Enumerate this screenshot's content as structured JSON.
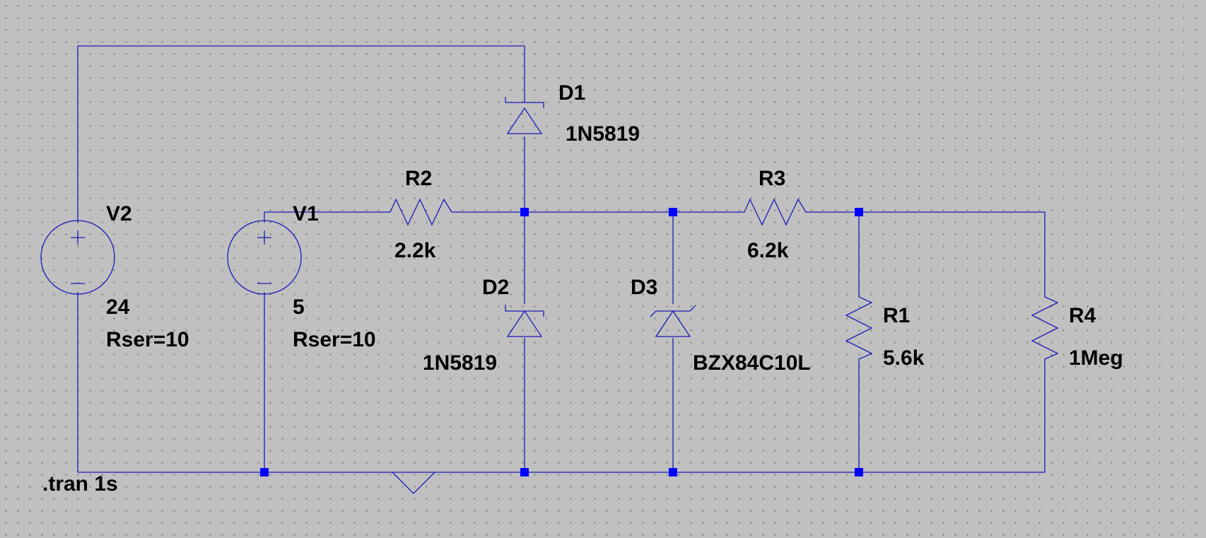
{
  "components": {
    "v2": {
      "name": "V2",
      "value": "24",
      "param": "Rser=10"
    },
    "v1": {
      "name": "V1",
      "value": "5",
      "param": "Rser=10"
    },
    "d1": {
      "name": "D1",
      "model": "1N5819"
    },
    "d2": {
      "name": "D2",
      "model": "1N5819"
    },
    "d3": {
      "name": "D3",
      "model": "BZX84C10L"
    },
    "r2": {
      "name": "R2",
      "value": "2.2k"
    },
    "r3": {
      "name": "R3",
      "value": "6.2k"
    },
    "r1": {
      "name": "R1",
      "value": "5.6k"
    },
    "r4": {
      "name": "R4",
      "value": "1Meg"
    }
  },
  "directive": ".tran 1s",
  "colors": {
    "background": "#c0c0c0",
    "wire": "#1a1ab8",
    "junction": "#0000ff",
    "text": "#000000"
  }
}
